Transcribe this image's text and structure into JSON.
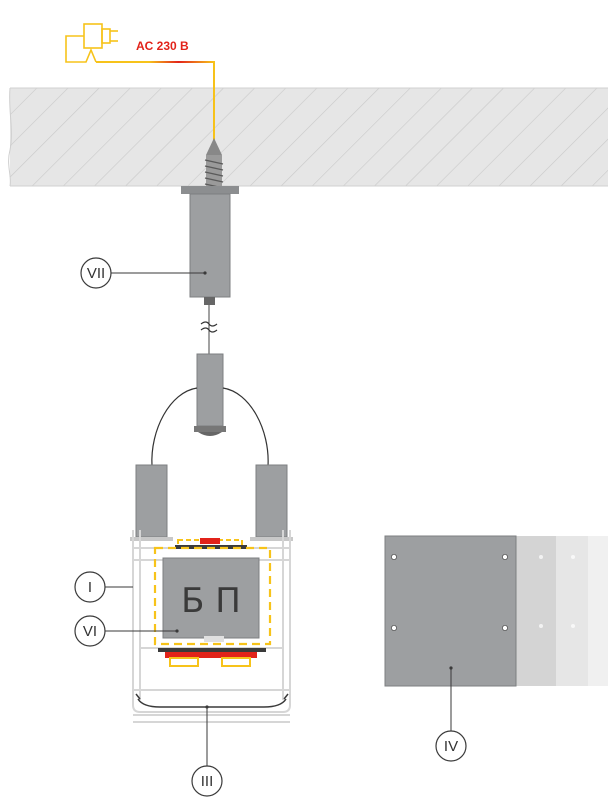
{
  "power_label": "AC 230 B",
  "psu_label": "Б П",
  "callouts": {
    "ceiling_box": "VII",
    "profile": "I",
    "power_supply": "VI",
    "diffuser": "III",
    "cover_plate": "IV"
  },
  "colors": {
    "accent_red": "#e2231a",
    "cable_yellow": "#f7c31a",
    "cable_orange": "#f28c28",
    "body_gray": "#9d9fa1",
    "hatch_gray": "#e4e4e4"
  }
}
